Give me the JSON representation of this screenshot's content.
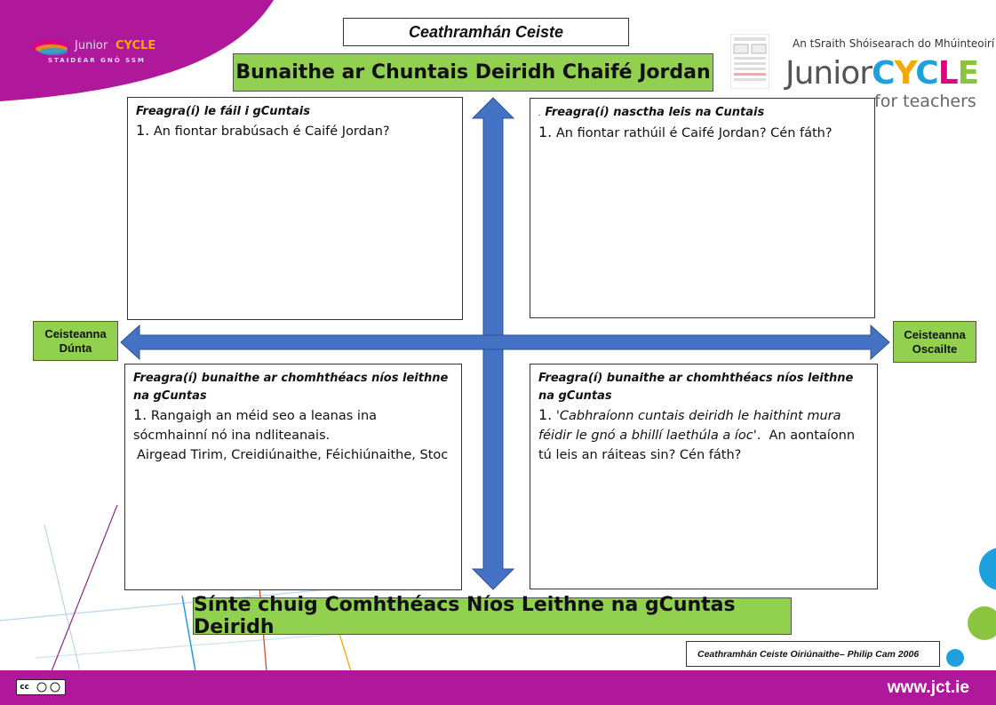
{
  "header": {
    "title": "Ceathramhán Ceiste",
    "banner": "Bunaithe ar Chuntais Deiridh Chaifé Jordan"
  },
  "logos": {
    "left_brand_top": "Junior",
    "left_brand_cycle": "CYCLE",
    "left_brand_sub": "STAIDÉAR GNÓ SSM",
    "right_tagline": "An tSraith Shóisearach do Mhúinteoirí",
    "right_junior": "Junior",
    "right_cycle_letters": [
      "C",
      "Y",
      "C",
      "L",
      "E"
    ],
    "right_sub": "for teachers",
    "colors": {
      "magenta": "#b0189c",
      "green": "#92d050",
      "arrow_blue": "#4472c4",
      "cyc_c1": "#1ea0dc",
      "cyc_y": "#f2a900",
      "cyc_c2": "#1ea0dc",
      "cyc_l": "#e6007e",
      "cyc_e": "#8bc53f"
    }
  },
  "axes": {
    "left_label_line1": "Ceisteanna",
    "left_label_line2": "Dúnta",
    "right_label_line1": "Ceisteanna",
    "right_label_line2": "Oscailte",
    "bottom_banner": "Sínte chuig Comhthéacs Níos Leithne na gCuntas Deiridh"
  },
  "quadrants": {
    "top_left": {
      "heading": "Freagra(í) le fáil i gCuntais",
      "number": "1.",
      "question": "An fiontar brabúsach é Caifé Jordan?"
    },
    "top_right": {
      "prefix": ".",
      "heading": "Freagra(í) nasctha leis na Cuntais",
      "number": "1.",
      "question": "An fiontar rathúil é Caifé Jordan? Cén fáth?"
    },
    "bottom_left": {
      "heading": "Freagra(í) bunaithe ar chomhthéacs níos leithne na gCuntas",
      "number": "1.",
      "question": "Rangaigh an méid seo a leanas ina sócmhainní nó ina ndliteanais.",
      "items": "Airgead Tirim, Creidiúnaithe, Féichiúnaithe, Stoc"
    },
    "bottom_right": {
      "heading": "Freagra(í) bunaithe ar chomhthéacs níos leithne na gCuntas",
      "number": "1.",
      "quote_open": "'",
      "quote": "Cabhraíonn cuntais deiridh le haithint mura féidir le gnó a bhillí laethúla a íoc",
      "quote_close": "'.",
      "question": "An aontaíonn tú leis an ráiteas sin? Cén fáth?"
    }
  },
  "footer": {
    "credit": "Ceathramhán Ceiste Oiriúnaithe– Philip Cam 2006",
    "url": "www.jct.ie",
    "cc_label": "cc"
  }
}
